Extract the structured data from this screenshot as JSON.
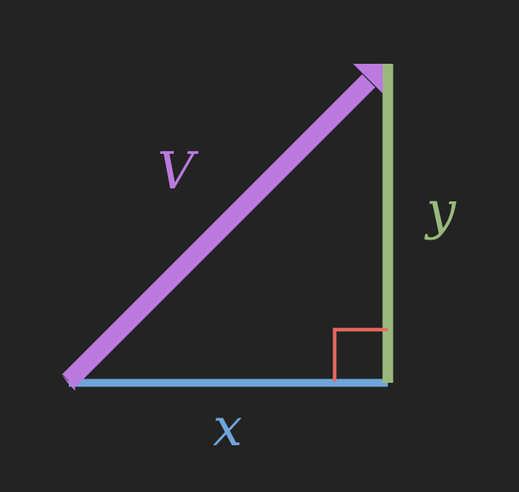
{
  "diagram": {
    "vector_label": "V",
    "vertical_label": "y",
    "horizontal_label": "x"
  },
  "colors": {
    "background": "#232323",
    "vector": "#bb7ade",
    "vertical_leg": "#98b97b",
    "horizontal_leg": "#6fa5d9",
    "right_angle_marker": "#e8695f"
  },
  "icons": {
    "right_angle": "right-angle-marker-icon",
    "arrowhead": "arrowhead-icon"
  }
}
